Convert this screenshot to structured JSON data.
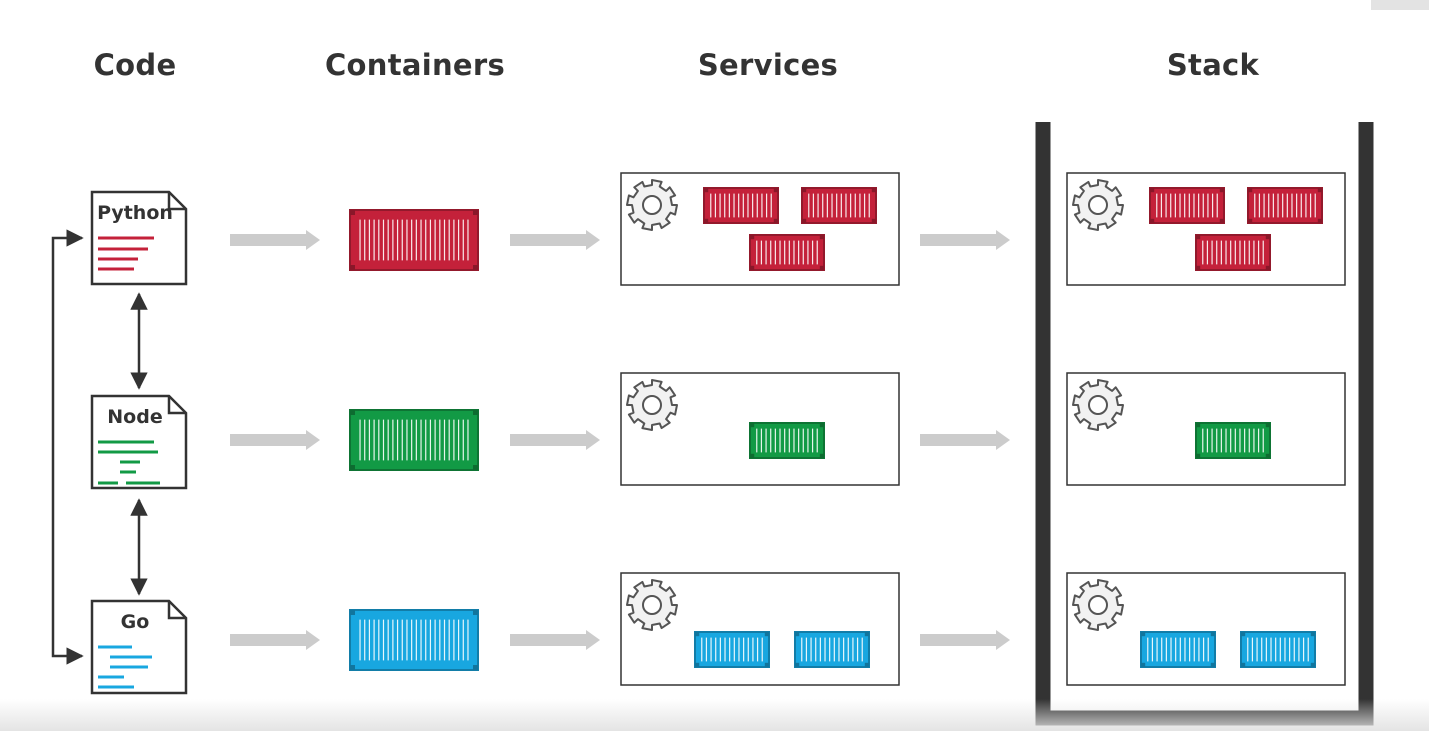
{
  "columns": {
    "code": "Code",
    "containers": "Containers",
    "services": "Services",
    "stack": "Stack"
  },
  "rows": [
    {
      "language": "Python",
      "color": "#c4213a",
      "service_containers": 3
    },
    {
      "language": "Node",
      "color": "#129a45",
      "service_containers": 1
    },
    {
      "language": "Go",
      "color": "#18a7e0",
      "service_containers": 2
    }
  ],
  "icons": {
    "file": "file-icon",
    "gear": "gear-icon",
    "arrow": "arrow-right-icon",
    "container": "shipping-container-icon"
  },
  "colors": {
    "text": "#333333",
    "arrow": "#cccccc",
    "outline": "#333333",
    "stack_frame": "#333333"
  }
}
